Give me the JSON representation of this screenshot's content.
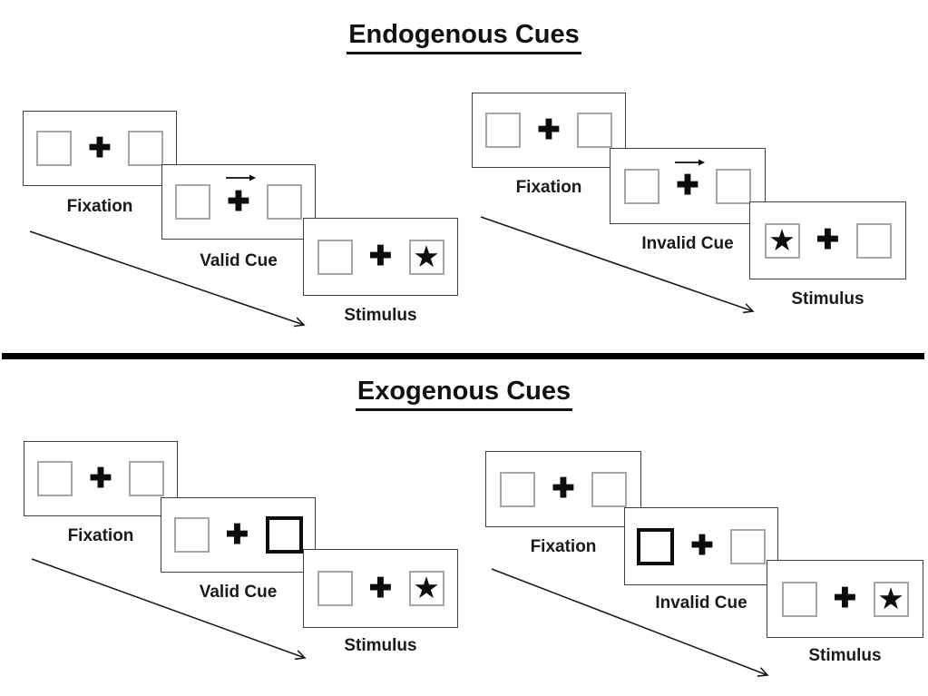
{
  "sections": [
    {
      "id": "endogenous",
      "title": "Endogenous Cues",
      "groups": [
        {
          "id": "valid",
          "frames": [
            {
              "label": "Fixation",
              "type": "fixation"
            },
            {
              "label": "Valid Cue",
              "type": "cue",
              "cue_symbol": "right-arrow-above-cross"
            },
            {
              "label": "Stimulus",
              "type": "stimulus",
              "star_side": "right"
            }
          ]
        },
        {
          "id": "invalid",
          "frames": [
            {
              "label": "Fixation",
              "type": "fixation"
            },
            {
              "label": "Invalid Cue",
              "type": "cue",
              "cue_symbol": "right-arrow-above-cross"
            },
            {
              "label": "Stimulus",
              "type": "stimulus",
              "star_side": "left"
            }
          ]
        }
      ]
    },
    {
      "id": "exogenous",
      "title": "Exogenous Cues",
      "groups": [
        {
          "id": "valid",
          "frames": [
            {
              "label": "Fixation",
              "type": "fixation"
            },
            {
              "label": "Valid Cue",
              "type": "cue",
              "cue_symbol": "bold-box",
              "bold_box_side": "right"
            },
            {
              "label": "Stimulus",
              "type": "stimulus",
              "star_side": "right"
            }
          ]
        },
        {
          "id": "invalid",
          "frames": [
            {
              "label": "Fixation",
              "type": "fixation"
            },
            {
              "label": "Invalid Cue",
              "type": "cue",
              "cue_symbol": "bold-box",
              "bold_box_side": "left"
            },
            {
              "label": "Stimulus",
              "type": "stimulus",
              "star_side": "right"
            }
          ]
        }
      ]
    }
  ],
  "icons": {
    "fixation_cross": "✚",
    "target_star": "★",
    "cue_arrow_direction": "right",
    "timeline_arrow_direction": "down-right"
  },
  "colors": {
    "background": "#ffffff",
    "panel_border": "#404040",
    "box_border": "#a6a6a6",
    "bold_box_border": "#0d0d0d",
    "text": "#1a1a1a",
    "divider": "#000000"
  }
}
